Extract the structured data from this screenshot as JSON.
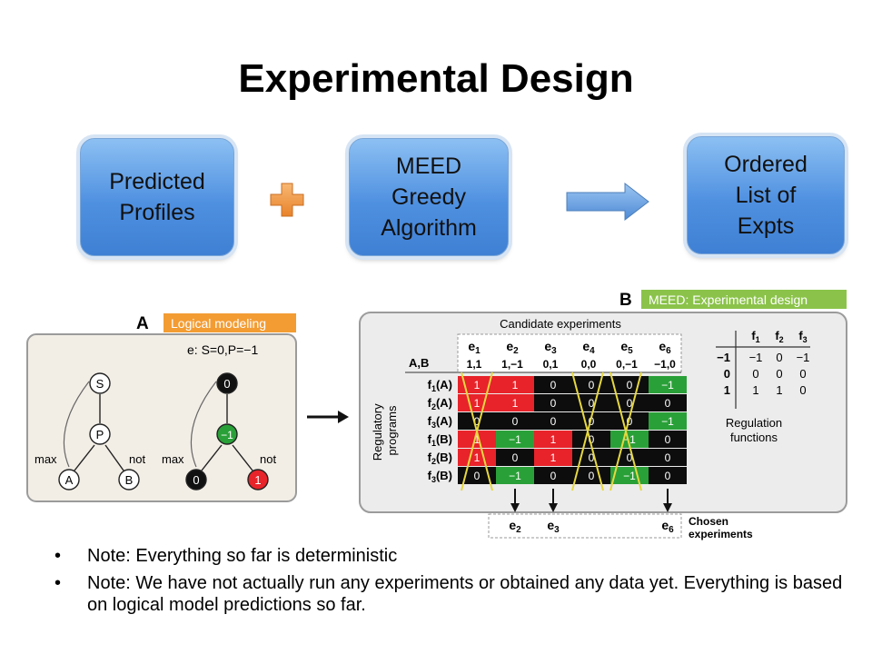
{
  "title": "Experimental Design",
  "flow": {
    "box1": "Predicted\nProfiles",
    "box2": "MEED\nGreedy\nAlgorithm",
    "box3": "Ordered\nList of\nExpts"
  },
  "panel_a": {
    "letter": "A",
    "header": "Logical modeling",
    "condition": "e: S=0,P=−1",
    "left_nodes": [
      "S",
      "P",
      "A",
      "B"
    ],
    "right_nodes": [
      "0",
      "−1",
      "0",
      "1"
    ],
    "edge_labels": [
      "max",
      "not",
      "max",
      "not"
    ]
  },
  "panel_b": {
    "letter": "B",
    "header": "MEED: Experimental design",
    "candidate_label": "Candidate experiments",
    "corner_label": "A,B",
    "experiments": [
      "e1",
      "e2",
      "e3",
      "e4",
      "e5",
      "e6"
    ],
    "conditions": [
      "1,1",
      "1,−1",
      "0,1",
      "0,0",
      "0,−1",
      "−1,0"
    ],
    "programs": [
      "f1(A)",
      "f2(A)",
      "f3(A)",
      "f1(B)",
      "f2(B)",
      "f3(B)"
    ],
    "matrix": [
      [
        "1",
        "1",
        "0",
        "0",
        "0",
        "−1"
      ],
      [
        "1",
        "1",
        "0",
        "0",
        "0",
        "0"
      ],
      [
        "0",
        "0",
        "0",
        "0",
        "0",
        "−1"
      ],
      [
        "1",
        "−1",
        "1",
        "0",
        "−1",
        "0"
      ],
      [
        "1",
        "0",
        "1",
        "0",
        "0",
        "0"
      ],
      [
        "0",
        "−1",
        "0",
        "0",
        "−1",
        "0"
      ]
    ],
    "regulatory_label": "Regulatory programs",
    "reg_functions": {
      "headers": [
        "f1",
        "f2",
        "f3"
      ],
      "row_labels": [
        "−1",
        "0",
        "1"
      ],
      "rows": [
        [
          "−1",
          "0",
          "−1"
        ],
        [
          "0",
          "0",
          "0"
        ],
        [
          "1",
          "1",
          "0"
        ]
      ],
      "caption_line1": "Regulation",
      "caption_line2": "functions"
    },
    "chosen": [
      "e2",
      "e3",
      "e6"
    ],
    "chosen_label_line1": "Chosen",
    "chosen_label_line2": "experiments"
  },
  "colors": {
    "red": "#e8232a",
    "black": "#0d0d0d",
    "green": "#2aa038",
    "orange": "#f39c33",
    "light_green": "#8bc34a",
    "pill_blue": "#4f90e0",
    "cross": "#e6d840"
  },
  "notes": [
    "Note: Everything so far is deterministic",
    "Note: We have not actually run any experiments or obtained any data yet. Everything is based on logical model predictions so far."
  ]
}
